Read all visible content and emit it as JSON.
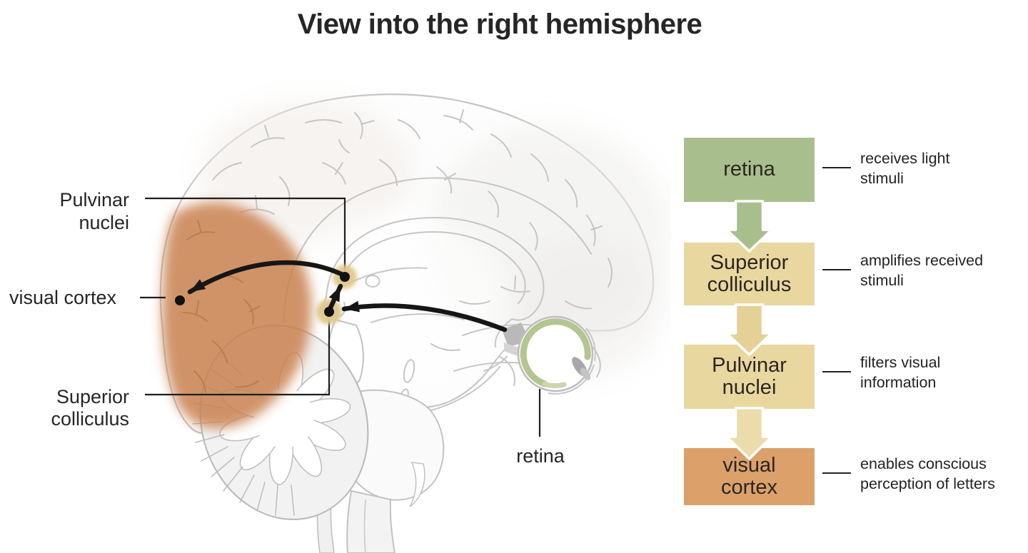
{
  "title": "View into the right hemisphere",
  "colors": {
    "background": "#ffffff",
    "box_green": "#a9be8d",
    "box_tan": "#e9d7a0",
    "box_orange": "#dca06b",
    "arrow_green": "#a9be8d",
    "arrow_tan": "#e5d096",
    "arrow_tan_light": "#eadcab",
    "occipital_highlight": "#c9814f",
    "nucleus_highlight": "#e0c88b",
    "eye_retina_green": "#b3c591",
    "brain_outline_gray": "#c5c5c5",
    "pathway_black": "#161616",
    "text_dark": "#262626"
  },
  "brain_diagram": {
    "labels": {
      "pulvinar_line1": "Pulvinar",
      "pulvinar_line2": "nuclei",
      "visual_cortex": "visual cortex",
      "superior_line1": "Superior",
      "superior_line2": "colliculus",
      "retina": "retina"
    }
  },
  "flowchart": {
    "steps": [
      {
        "label": "retina",
        "desc_line1": "receives light",
        "desc_line2": "stimuli",
        "box_color": "#a9be8d",
        "arrow_color": "#a9be8d"
      },
      {
        "label_line1": "Superior",
        "label_line2": "colliculus",
        "desc_line1": "amplifies received",
        "desc_line2": "stimuli",
        "box_color": "#e9d7a0",
        "arrow_color": "#e5d096"
      },
      {
        "label_line1": "Pulvinar",
        "label_line2": "nuclei",
        "desc_line1": "filters visual",
        "desc_line2": "information",
        "box_color": "#e9d7a0",
        "arrow_color": "#eadcab"
      },
      {
        "label_line1": "visual",
        "label_line2": "cortex",
        "desc_line1": "enables conscious",
        "desc_line2": "perception of letters",
        "box_color": "#dca06b"
      }
    ]
  }
}
